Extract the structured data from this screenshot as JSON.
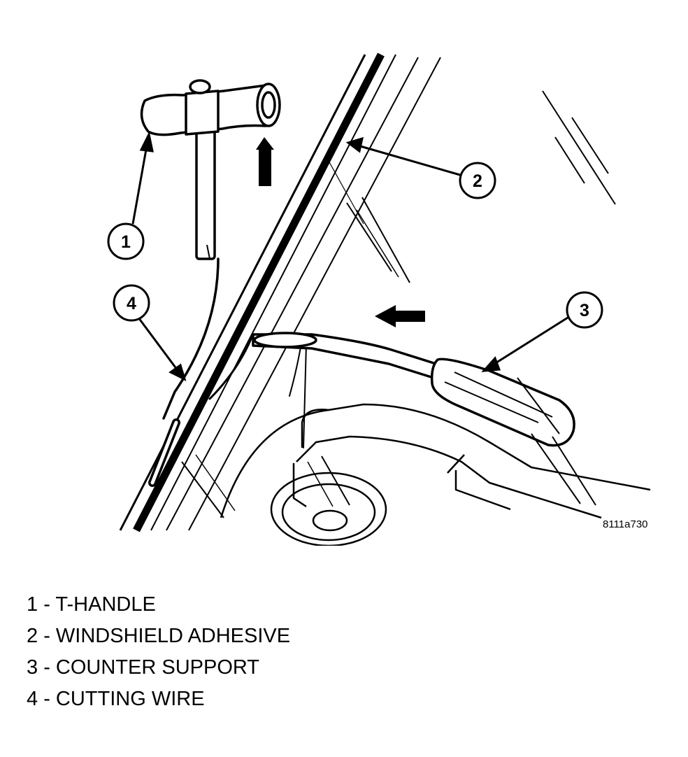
{
  "figure_id": "8111a730",
  "callouts": [
    "1",
    "2",
    "3",
    "4"
  ],
  "legend": [
    {
      "num": "1",
      "text": "T-HANDLE"
    },
    {
      "num": "2",
      "text": "WINDSHIELD ADHESIVE"
    },
    {
      "num": "3",
      "text": "COUNTER SUPPORT"
    },
    {
      "num": "4",
      "text": "CUTTING WIRE"
    }
  ]
}
